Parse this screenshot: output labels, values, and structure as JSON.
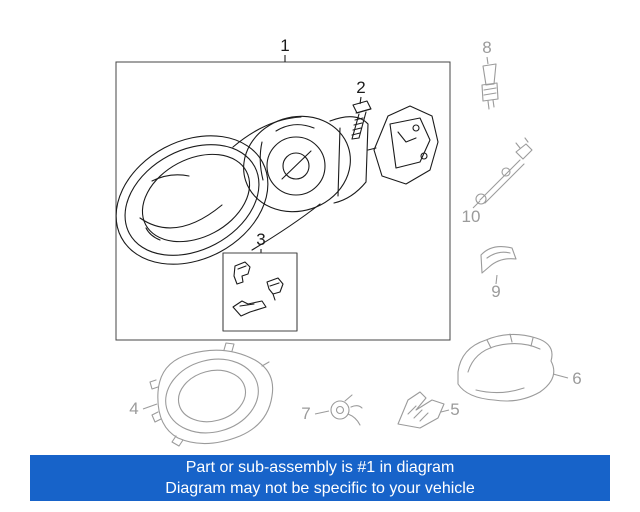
{
  "callouts": {
    "1": "1",
    "2": "2",
    "3": "3",
    "4": "4",
    "5": "5",
    "6": "6",
    "7": "7",
    "8": "8",
    "9": "9",
    "10": "10"
  },
  "banner": {
    "line1": "Part or sub-assembly is #1 in diagram",
    "line2": "Diagram may not be specific to your vehicle",
    "bg_color": "#1763c9",
    "text_color": "#ffffff"
  },
  "colors": {
    "primary_line": "#1b1b1b",
    "secondary_line": "#9b9b9b",
    "box_border": "#444444"
  }
}
